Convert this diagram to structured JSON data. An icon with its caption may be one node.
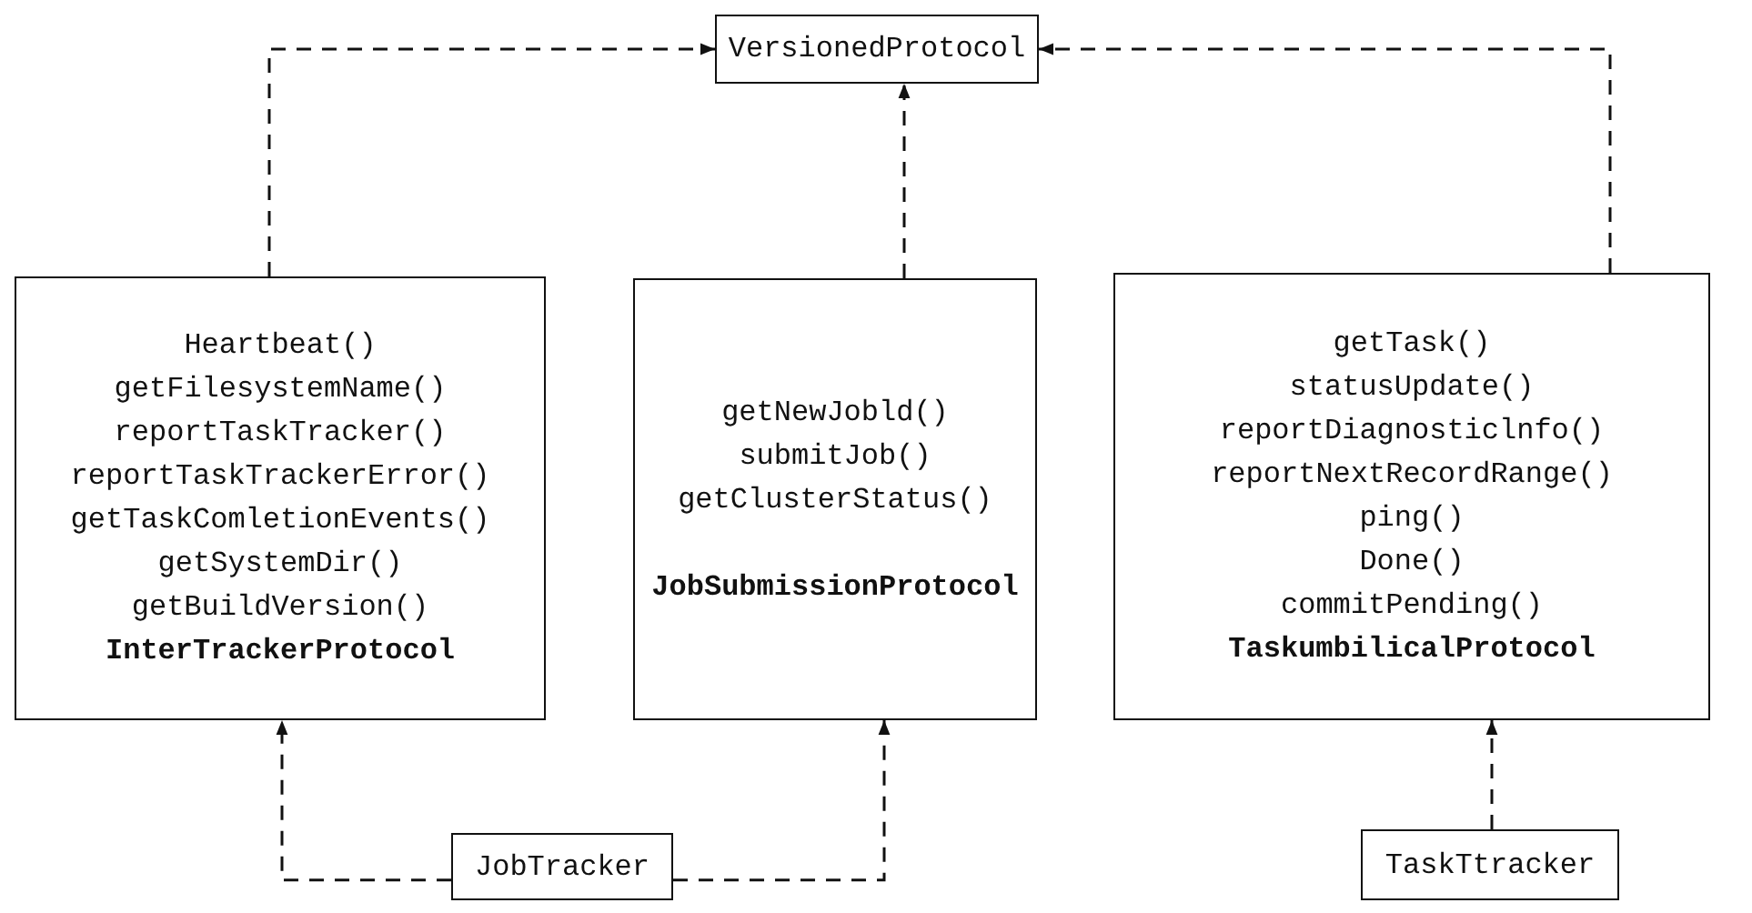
{
  "diagram": {
    "nodes": [
      {
        "text": [
          "VersionedProtocol"
        ]
      },
      {
        "text": [
          "Heartbeat()",
          "getFilesystemName()",
          "reportTaskTracker()",
          "reportTaskTrackerError()",
          "getTaskComletionEvents()",
          "getSystemDir()",
          "getBuildVersion()",
          "InterTrackerProtocol"
        ]
      },
      {
        "text": [
          "getNewJobld()",
          "submitJob()",
          "getClusterStatus()",
          "JobSubmissionProtocol"
        ]
      },
      {
        "text": [
          "getTask()",
          "statusUpdate()",
          "reportDiagnosticlnfo()",
          "reportNextRecordRange()",
          "ping()",
          "Done()",
          "commitPending()",
          "TaskumbilicalProtocol"
        ]
      },
      {
        "text": [
          "JobTracker"
        ]
      },
      {
        "text": [
          "TaskTtracker"
        ]
      }
    ],
    "edges": [
      {
        "from": 1,
        "to": 0,
        "arrow": "to",
        "style": "dashed"
      },
      {
        "from": 2,
        "to": 0,
        "arrow": "to",
        "style": "dashed"
      },
      {
        "from": 3,
        "to": 0,
        "arrow": "to",
        "style": "dashed"
      },
      {
        "from": 4,
        "to": 1,
        "arrow": "to",
        "style": "dashed"
      },
      {
        "from": 4,
        "to": 2,
        "arrow": "to",
        "style": "dashed"
      },
      {
        "from": 5,
        "to": 3,
        "arrow": "to",
        "style": "dashed"
      }
    ]
  }
}
